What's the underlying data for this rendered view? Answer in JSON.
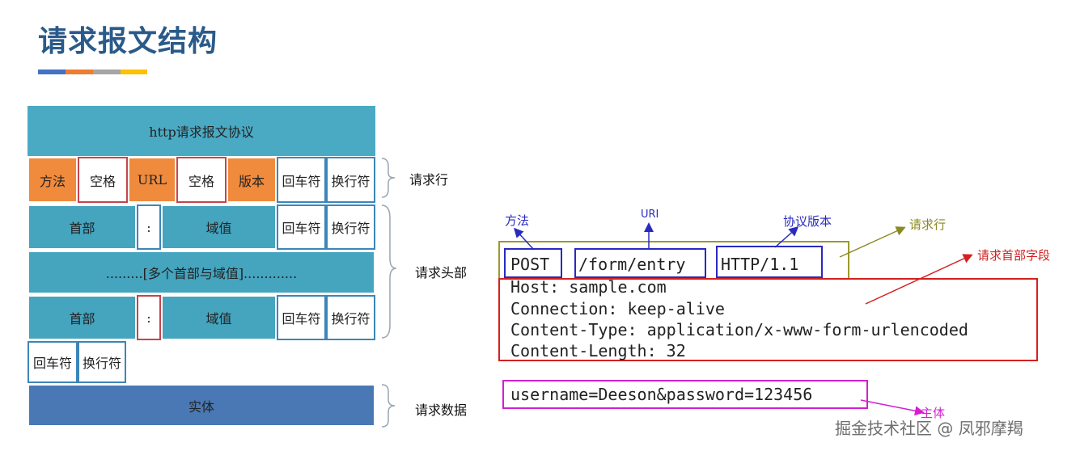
{
  "title": "请求报文结构",
  "colors": {
    "title": "#2a5a8a",
    "strip": [
      "#4472c4",
      "#ed7d31",
      "#a5a5a5",
      "#ffc000"
    ],
    "teal": "#4aaac4",
    "orange": "#f08a3c",
    "entity": "#4a78b4"
  },
  "left": {
    "header": "http请求报文协议",
    "row1": [
      "方法",
      "空格",
      "URL",
      "空格",
      "版本",
      "回车符",
      "换行符"
    ],
    "row2": [
      "首部",
      ":",
      "域值",
      "回车符",
      "换行符"
    ],
    "dots": ".........[多个首部与域值].............",
    "row4": [
      "首部",
      ":",
      "域值",
      "回车符",
      "换行符"
    ],
    "row5": [
      "回车符",
      "换行符"
    ],
    "entity": "实体",
    "labels": {
      "request_line": "请求行",
      "request_header": "请求头部",
      "request_data": "请求数据"
    }
  },
  "right": {
    "ann_method": "方法",
    "ann_uri": "URI",
    "ann_version": "协议版本",
    "ann_request_line": "请求行",
    "ann_header_fields": "请求首部字段",
    "ann_body": "主体",
    "method": "POST",
    "uri": "/form/entry",
    "version": "HTTP/1.1",
    "headers": [
      "Host: sample.com",
      "Connection: keep-alive",
      "Content-Type: application/x-www-form-urlencoded",
      "Content-Length: 32"
    ],
    "body": "username=Deeson&password=123456"
  },
  "watermark": "掘金技术社区 @ 凤邪摩羯"
}
